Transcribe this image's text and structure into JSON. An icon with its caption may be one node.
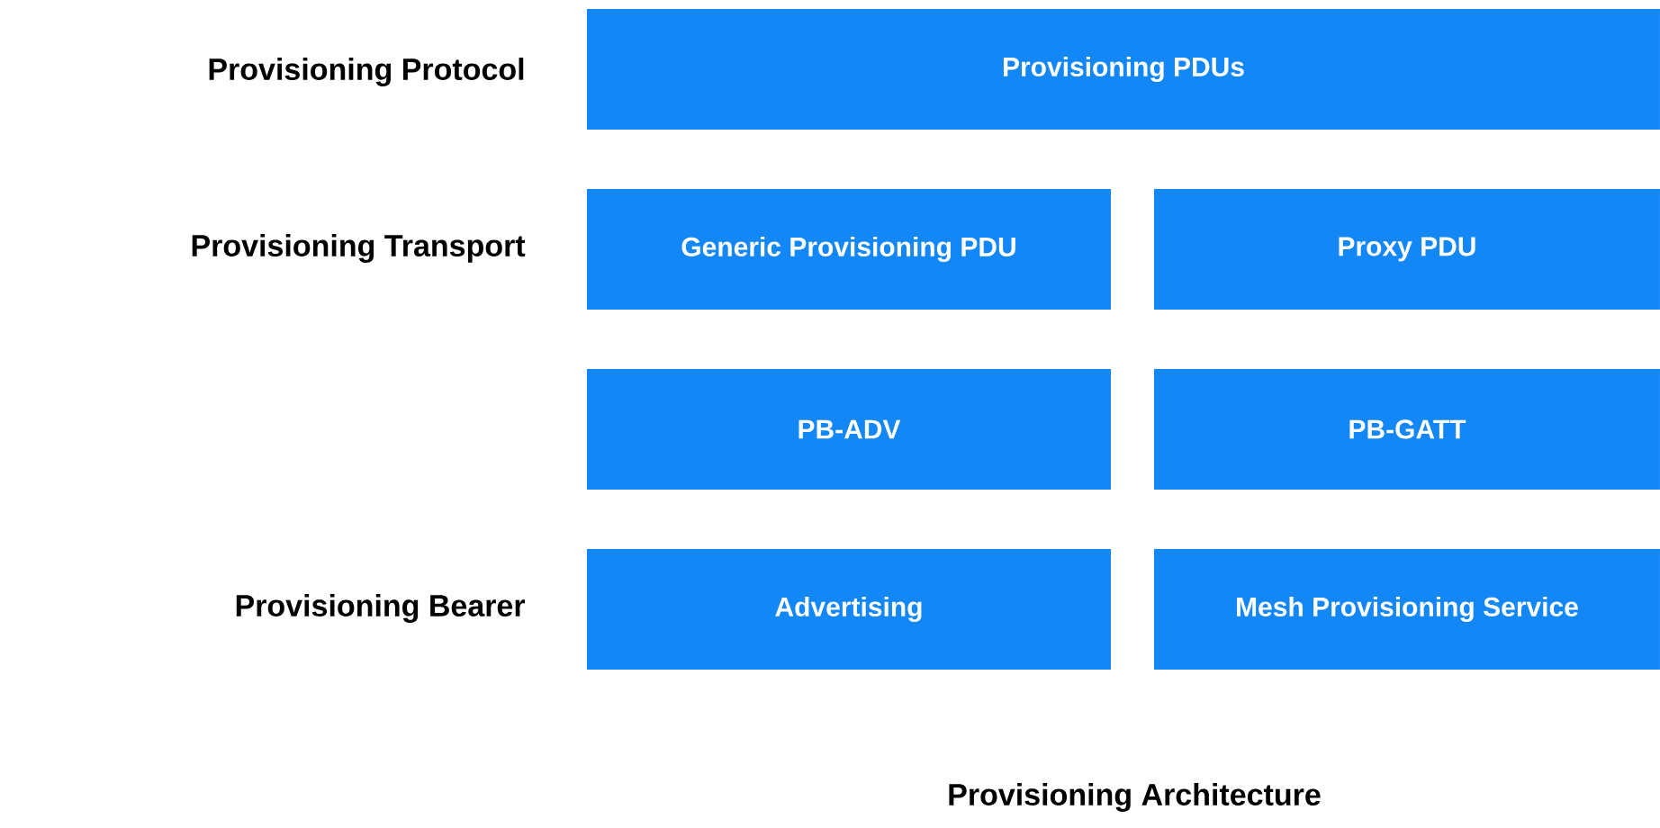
{
  "diagram": {
    "caption": "Provisioning Architecture",
    "nodes": [
      {
        "text": [
          "Provisioning PDUs"
        ]
      },
      {
        "text": [
          "Generic Provisioning PDU"
        ]
      },
      {
        "text": [
          "Proxy PDU"
        ]
      },
      {
        "text": [
          "PB-ADV"
        ]
      },
      {
        "text": [
          "PB-GATT"
        ]
      },
      {
        "text": [
          "Advertising"
        ]
      },
      {
        "text": [
          "Mesh Provisioning Service"
        ]
      }
    ],
    "labels": [
      "Provisioning Protocol",
      "Provisioning Transport",
      "Provisioning Bearer"
    ]
  }
}
